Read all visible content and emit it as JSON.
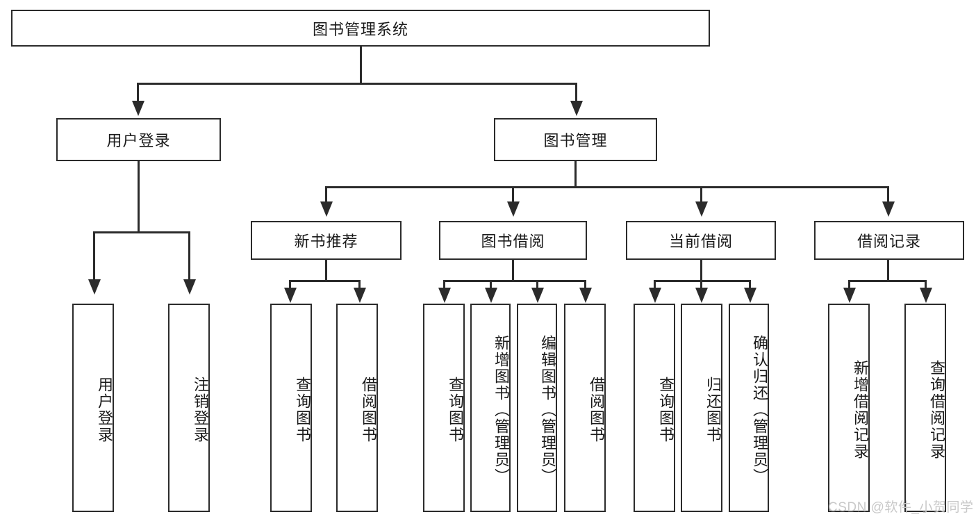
{
  "diagram": {
    "title_node": {
      "label": "图书管理系统"
    },
    "level2": [
      {
        "id": "user-login",
        "label": "用户登录"
      },
      {
        "id": "book-manage",
        "label": "图书管理"
      }
    ],
    "level3": [
      {
        "id": "new-book-recommend",
        "label": "新书推荐"
      },
      {
        "id": "book-borrow",
        "label": "图书借阅"
      },
      {
        "id": "current-borrow",
        "label": "当前借阅"
      },
      {
        "id": "borrow-record",
        "label": "借阅记录"
      }
    ],
    "leaves": {
      "user_login": [
        {
          "id": "leaf-user-login",
          "label": "用户登录"
        },
        {
          "id": "leaf-logout-login",
          "label": "注销登录"
        }
      ],
      "new_book_recommend": [
        {
          "id": "leaf-query-book-1",
          "label": "查询图书"
        },
        {
          "id": "leaf-borrow-book-1",
          "label": "借阅图书"
        }
      ],
      "book_borrow": [
        {
          "id": "leaf-query-book-2",
          "label": "查询图书"
        },
        {
          "id": "leaf-add-book",
          "label": "新增图书（管理员）"
        },
        {
          "id": "leaf-edit-book",
          "label": "编辑图书（管理员）"
        },
        {
          "id": "leaf-borrow-book-2",
          "label": "借阅图书"
        }
      ],
      "current_borrow": [
        {
          "id": "leaf-query-book-3",
          "label": "查询图书"
        },
        {
          "id": "leaf-return-book",
          "label": "归还图书"
        },
        {
          "id": "leaf-confirm-return",
          "label": "确认归还（管理员）"
        }
      ],
      "borrow_record": [
        {
          "id": "leaf-add-record",
          "label": "新增借阅记录"
        },
        {
          "id": "leaf-query-record",
          "label": "查询借阅记录"
        }
      ]
    },
    "watermark": "CSDN @软件_小贺同学",
    "colors": {
      "stroke": "#2b2b2b",
      "fill": "#ffffff",
      "text": "#1a1a1a",
      "watermark": "#c9c9c9"
    }
  }
}
